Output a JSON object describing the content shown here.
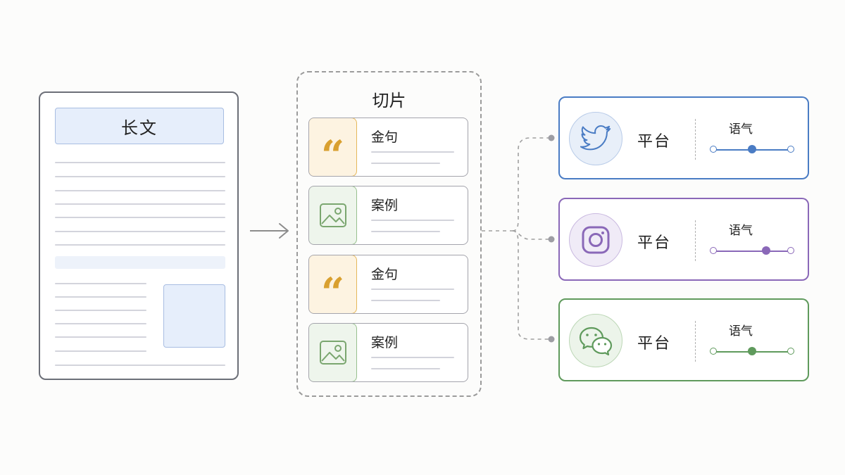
{
  "document": {
    "title": "长文"
  },
  "slices": {
    "title": "切片",
    "cards": [
      {
        "type": "quote",
        "label": "金句",
        "icon": "quote-icon"
      },
      {
        "type": "image",
        "label": "案例",
        "icon": "image-icon"
      },
      {
        "type": "quote",
        "label": "金句",
        "icon": "quote-icon"
      },
      {
        "type": "image",
        "label": "案例",
        "icon": "image-icon"
      }
    ]
  },
  "platforms": [
    {
      "label": "平台",
      "tone_label": "语气",
      "icon": "twitter-bird-icon",
      "color": "#4a7cc4",
      "tone_level": 0.5
    },
    {
      "label": "平台",
      "tone_label": "语气",
      "icon": "instagram-icon",
      "color": "#8a68b8",
      "tone_level": 0.68
    },
    {
      "label": "平台",
      "tone_label": "语气",
      "icon": "wechat-icon",
      "color": "#5f9a5c",
      "tone_level": 0.5
    }
  ],
  "colors": {
    "quote_accent": "#d9a030",
    "image_accent": "#7aa66f",
    "document_accent": "#a8bde2",
    "connector": "#9b9b9b"
  }
}
